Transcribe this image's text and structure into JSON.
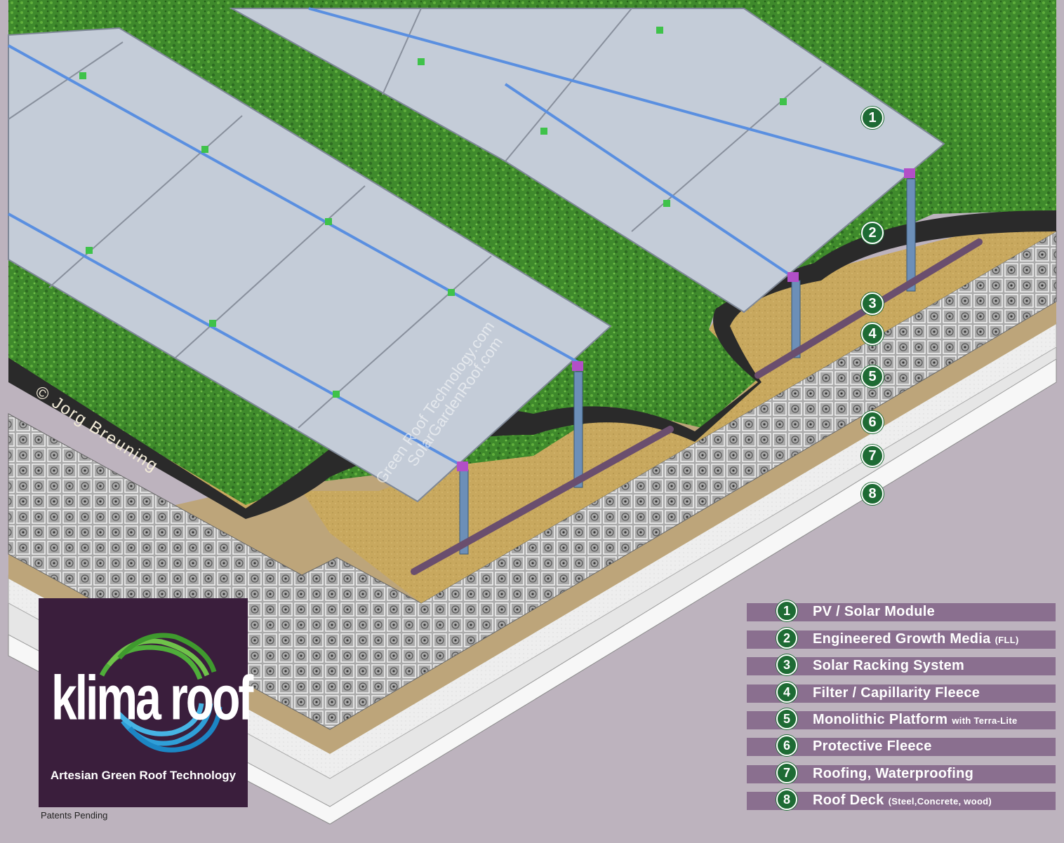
{
  "legend": [
    {
      "number": "1",
      "label": "PV / Solar Module",
      "note": ""
    },
    {
      "number": "2",
      "label": "Engineered Growth Media",
      "note": "(FLL)"
    },
    {
      "number": "3",
      "label": "Solar Racking System",
      "note": ""
    },
    {
      "number": "4",
      "label": "Filter / Capillarity Fleece",
      "note": ""
    },
    {
      "number": "5",
      "label": "Monolithic Platform",
      "note": "with Terra-Lite"
    },
    {
      "number": "6",
      "label": "Protective Fleece",
      "note": ""
    },
    {
      "number": "7",
      "label": "Roofing, Waterproofing",
      "note": ""
    },
    {
      "number": "8",
      "label": "Roof Deck",
      "note": "(Steel,Concrete, wood)"
    }
  ],
  "callouts": [
    "1",
    "2",
    "3",
    "4",
    "5",
    "6",
    "7",
    "8"
  ],
  "logo": {
    "wordmark": "klima roof",
    "tagline": "Artesian Green Roof Technology"
  },
  "patents": "Patents Pending",
  "copyright": "© Jorg Breuning",
  "watermarks": [
    "Green Roof Technology.com",
    "SolarGardenRoof.com"
  ],
  "colors": {
    "grass": "#3f8a2c",
    "soil": "#c4a45c",
    "drainage": "#9a9a9a",
    "fleece": "#efefef",
    "panel": "#c4ccd8",
    "rail": "#5a8fe0",
    "legend_bar": "#8a6f8f",
    "badge": "#1e6b34",
    "logo_bg": "#3a1e3c",
    "background": "#bdb3be"
  }
}
